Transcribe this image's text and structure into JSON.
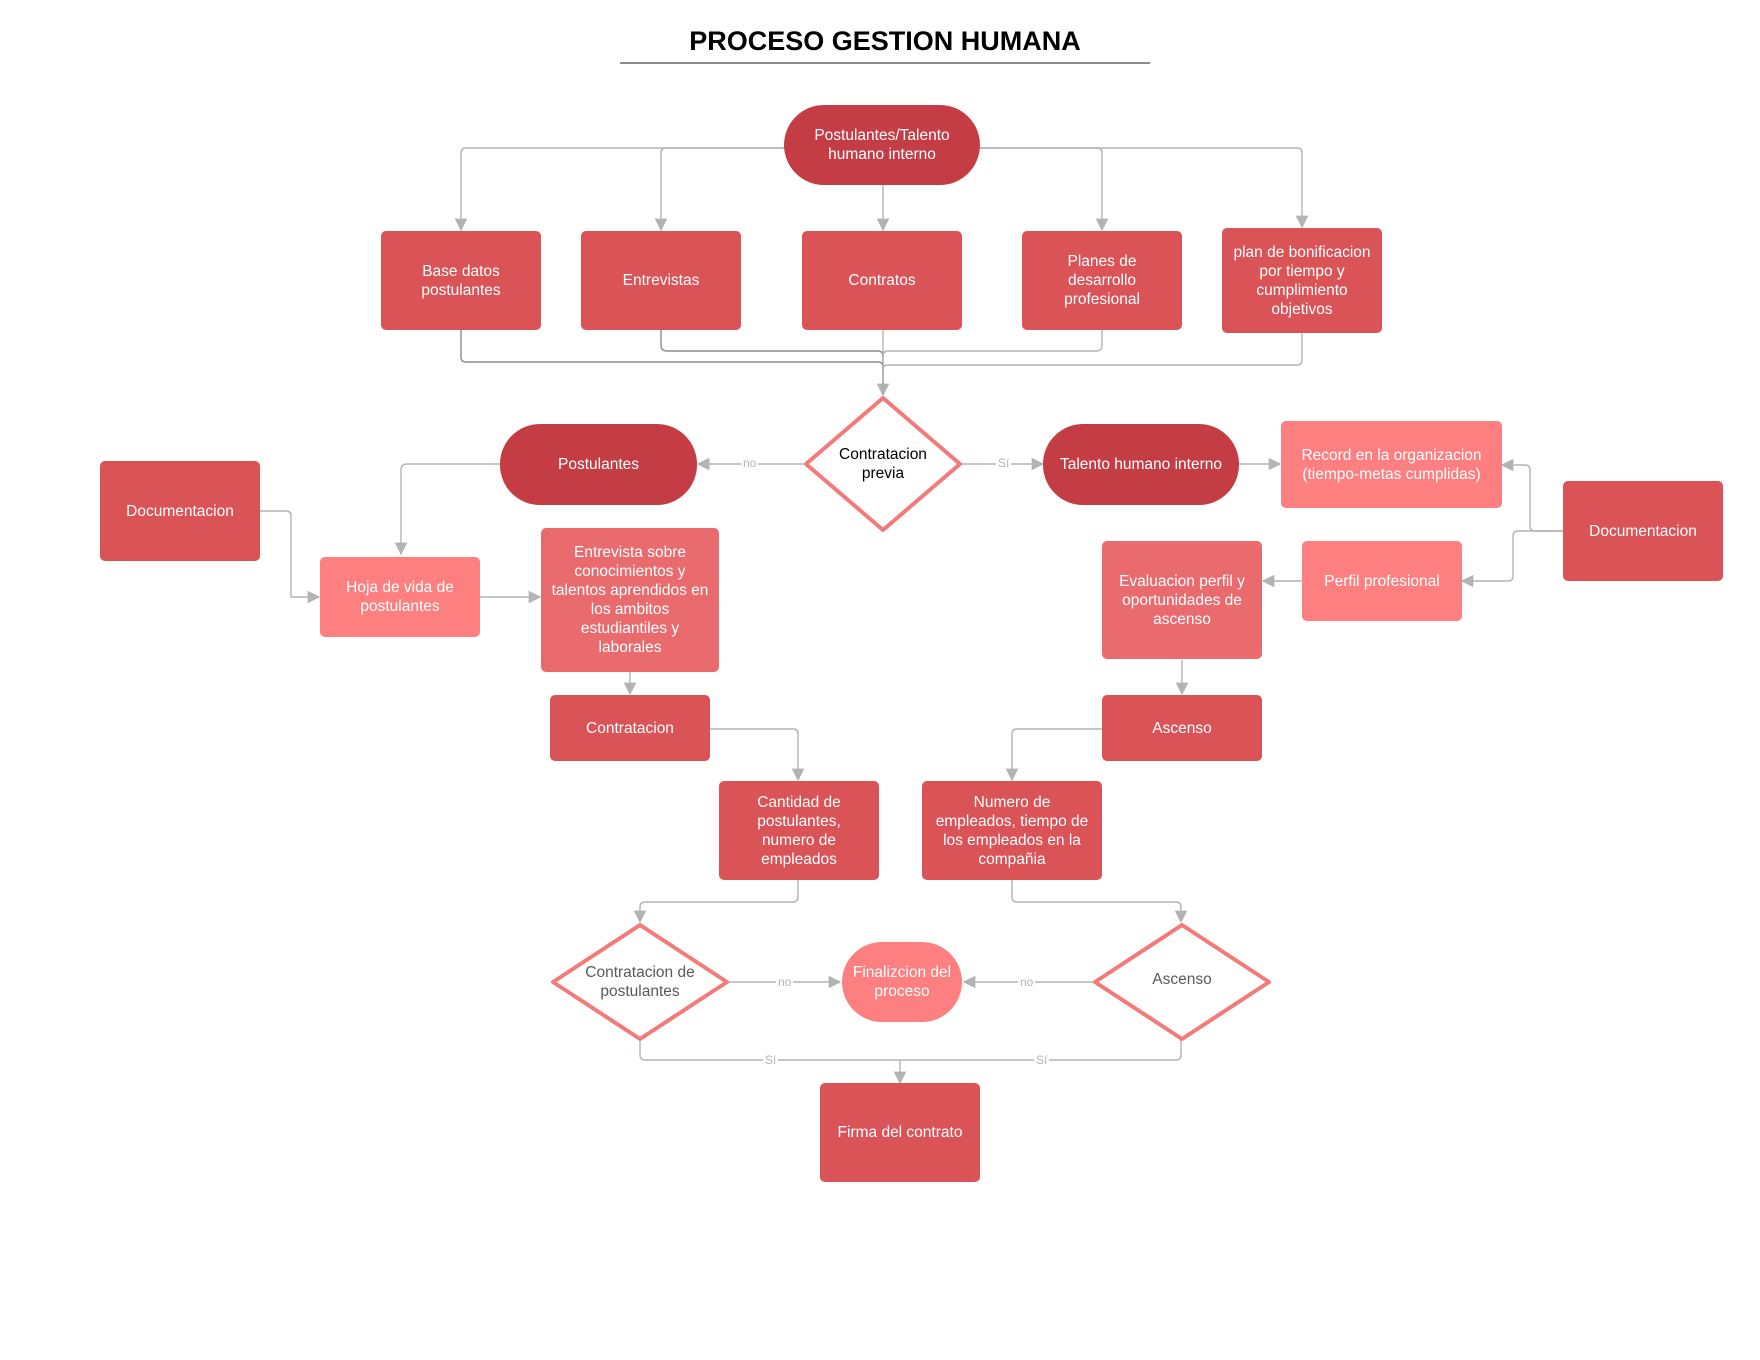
{
  "title": "PROCESO GESTION HUMANA",
  "colors": {
    "red_mid": "#d95357",
    "red_dark": "#c43d44",
    "red_light": "#fd7f7f",
    "red_soft": "#e96b6e",
    "diamond_stroke": "#f47a7a",
    "connector": "#b3b3b3"
  },
  "nodes": {
    "postulantes_talento": "Postulantes/Talento humano interno",
    "base_datos": "Base datos postulantes",
    "entrevistas": "Entrevistas",
    "contratos": "Contratos",
    "planes_desarrollo": "Planes de desarrollo profesional",
    "plan_bonificacion": "plan de bonificacion por tiempo y cumplimiento objetivos",
    "contratacion_previa": "Contratacion previa",
    "postulantes": "Postulantes",
    "talento_interno": "Talento humano interno",
    "record_organizacion": "Record en la organizacion (tiempo-metas cumplidas)",
    "documentacion_left": "Documentacion",
    "documentacion_right": "Documentacion",
    "hoja_vida": "Hoja de vida de postulantes",
    "entrevista_conocimientos": "Entrevista sobre conocimientos y talentos aprendidos en los ambitos estudiantiles y laborales",
    "perfil_profesional": "Perfil profesional",
    "evaluacion_perfil": "Evaluacion perfil y oportunidades de ascenso",
    "contratacion": "Contratacion",
    "ascenso_box": "Ascenso",
    "cantidad_postulantes": "Cantidad de postulantes, numero de empleados",
    "numero_empleados": "Numero de empleados, tiempo de los empleados en la compañia",
    "contratacion_postulantes": "Contratacion de postulantes",
    "finalizacion": "Finalizcion del proceso",
    "ascenso_decision": "Ascenso",
    "firma_contrato": "Firma del contrato"
  },
  "edge_labels": {
    "previa_no": "no",
    "previa_si": "Sí",
    "contratacion_no": "no",
    "ascenso_no": "no",
    "contratacion_si": "Sí",
    "ascenso_si": "Sí"
  }
}
